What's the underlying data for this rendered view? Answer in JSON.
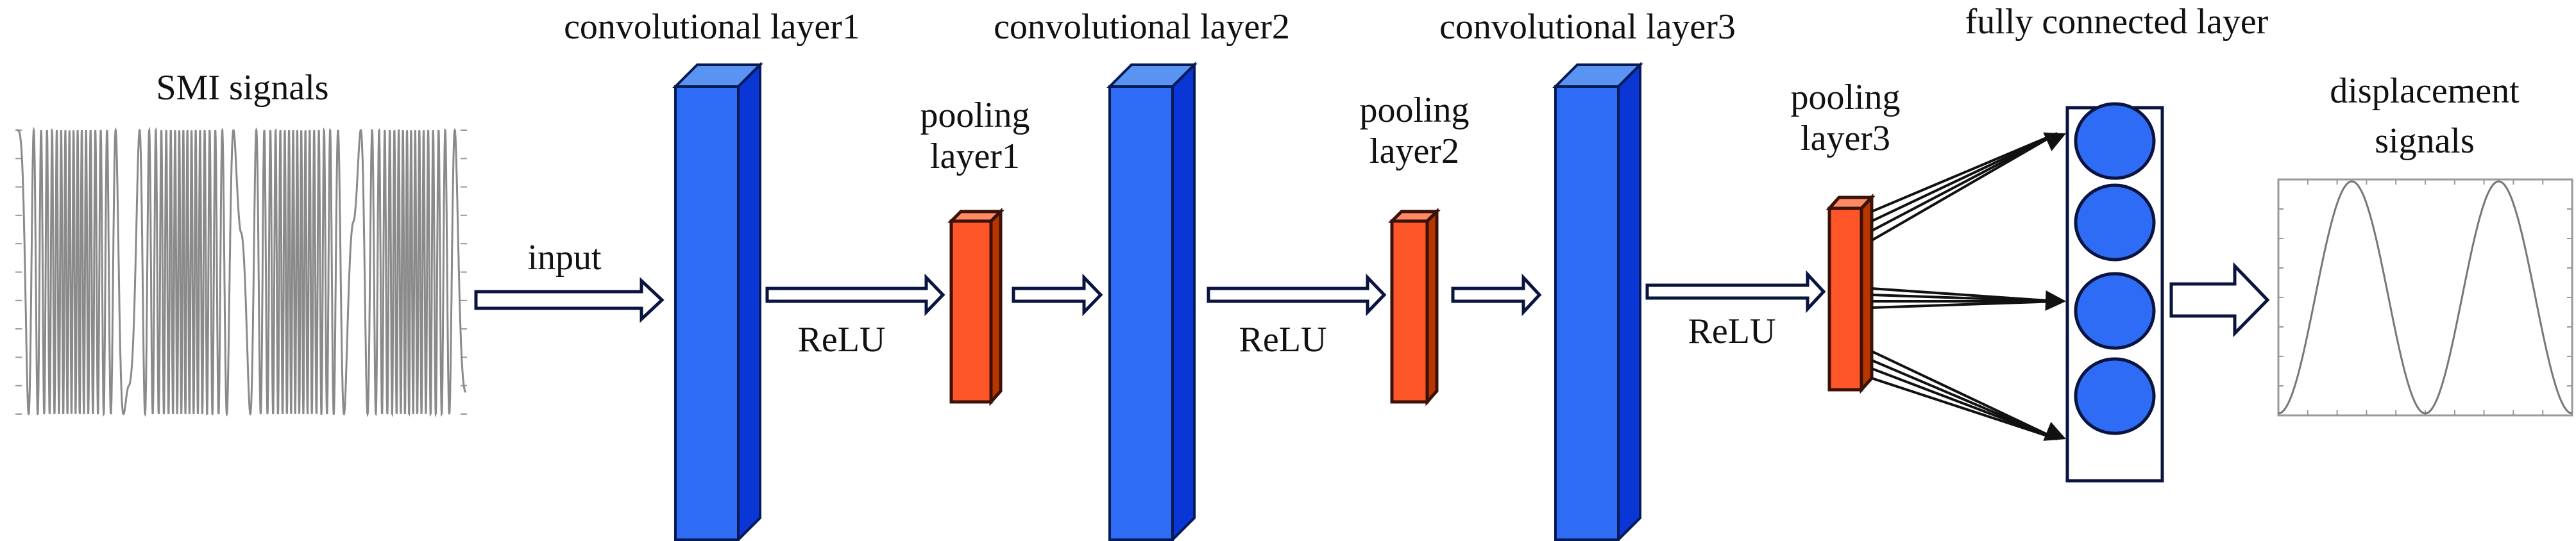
{
  "title_labels": {
    "smi": "SMI signals",
    "conv1": "convolutional layer1",
    "conv2": "convolutional layer2",
    "conv3": "convolutional layer3",
    "fc": "fully connected layer",
    "pool1_a": "pooling",
    "pool1_b": "layer1",
    "pool2_a": "pooling",
    "pool2_b": "layer2",
    "pool3_a": "pooling",
    "pool3_b": "layer3",
    "disp_a": "displacement",
    "disp_b": "signals"
  },
  "edge_labels": {
    "input": "input",
    "relu1": "ReLU",
    "relu2": "ReLU",
    "relu3": "ReLU"
  },
  "colors": {
    "conv_front": "#2f6cf5",
    "conv_side": "#0b36d6",
    "conv_top": "#5a94f2",
    "pool_front": "#fe5529",
    "pool_side": "#b83500",
    "pool_top": "#ff8a66",
    "pool_stroke": "#3a1208",
    "conv_stroke": "#061a55",
    "neuron": "#2f6cf5",
    "arrow_stroke": "#0a1440",
    "signal": "#8a8a8a"
  },
  "fc_neuron_count": 4
}
